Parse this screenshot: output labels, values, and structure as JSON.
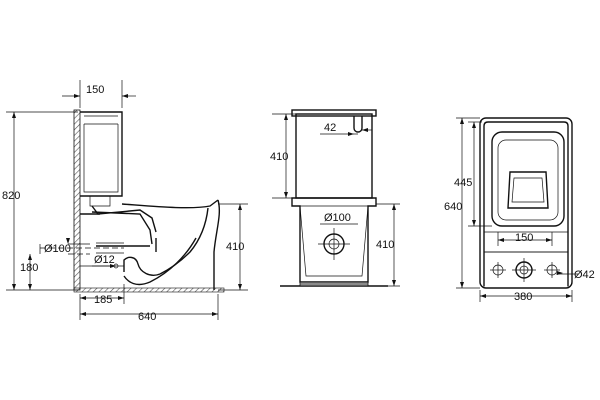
{
  "side_view": {
    "dim_top_width": "150",
    "dim_total_height": "820",
    "dim_outlet_diameter": "Ø100",
    "dim_outlet_height": "180",
    "dim_pipe_diameter": "Ø12",
    "dim_outlet_offset": "185",
    "dim_depth": "640",
    "dim_bowl_height": "410"
  },
  "front_view": {
    "dim_button_offset": "42",
    "dim_tank_height": "410",
    "dim_outlet_diameter": "Ø100",
    "dim_bowl_height": "410"
  },
  "top_view": {
    "dim_seat_depth": "445",
    "dim_total_depth": "640",
    "dim_fix_spacing": "150",
    "dim_fix_hole": "Ø42",
    "dim_width": "380"
  }
}
